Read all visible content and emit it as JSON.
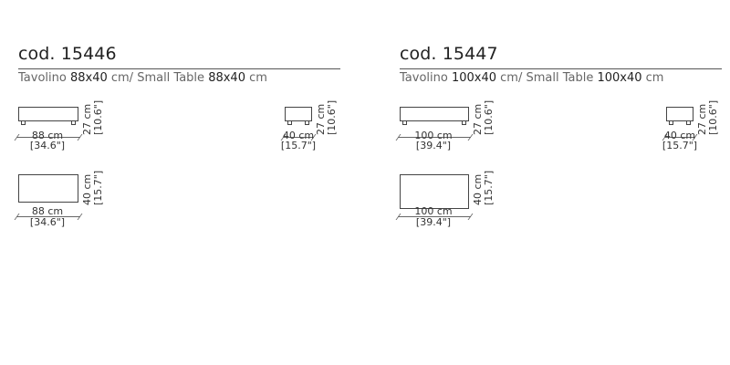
{
  "panels": [
    {
      "code": "cod. 15446",
      "subtitle_prefix": "Tavolino ",
      "subtitle_dim1": "88x40",
      "subtitle_mid": " cm/ Small Table ",
      "subtitle_dim2": "88x40",
      "subtitle_suffix": " cm",
      "front": {
        "width_cm": "88 cm",
        "width_in": "[34.6\"]",
        "height_cm": "27 cm",
        "height_in": "[10.6\"]"
      },
      "side": {
        "depth_cm": "40 cm",
        "depth_in": "[15.7\"]",
        "height_cm": "27 cm",
        "height_in": "[10.6\"]"
      },
      "top": {
        "width_cm": "88 cm",
        "width_in": "[34.6\"]",
        "depth_cm": "40 cm",
        "depth_in": "[15.7\"]"
      }
    },
    {
      "code": "cod. 15447",
      "subtitle_prefix": "Tavolino ",
      "subtitle_dim1": "100x40",
      "subtitle_mid": " cm/ Small Table ",
      "subtitle_dim2": "100x40",
      "subtitle_suffix": " cm",
      "front": {
        "width_cm": "100 cm",
        "width_in": "[39.4\"]",
        "height_cm": "27 cm",
        "height_in": "[10.6\"]"
      },
      "side": {
        "depth_cm": "40 cm",
        "depth_in": "[15.7\"]",
        "height_cm": "27 cm",
        "height_in": "[10.6\"]"
      },
      "top": {
        "width_cm": "100 cm",
        "width_in": "[39.4\"]",
        "depth_cm": "40 cm",
        "depth_in": "[15.7\"]"
      }
    }
  ]
}
